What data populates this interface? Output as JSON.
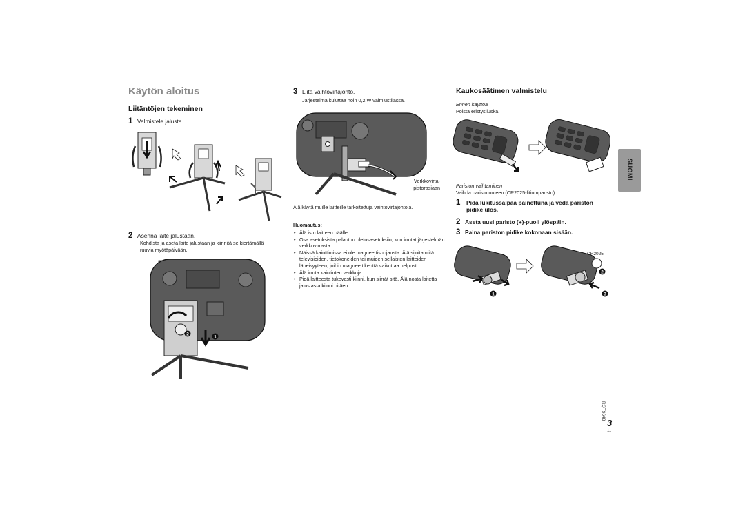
{
  "left": {
    "title": "Käytön aloitus",
    "section": "Liitäntöjen tekeminen",
    "step1": {
      "num": "1",
      "label": "Valmistele jalusta."
    },
    "step2": {
      "num": "2",
      "label": "Asenna laite jalustaan.",
      "text": "Kohdista ja aseta laite jalustaan ja kiinnitä se kiertämällä ruuvia myötäpäivään."
    },
    "markers": {
      "one": "1",
      "two": "2"
    }
  },
  "middle": {
    "step3": {
      "num": "3",
      "label": "Liitä vaihtovirtajohto.",
      "text": "Järjestelmä kuluttaa noin 0,2 W valmiustilassa."
    },
    "outlet_label_1": "Verkkovirta-",
    "outlet_label_2": "pistorasiaan",
    "warning": "Älä käytä muille laitteille tarkoitettuja vaihtovirtajohtoja.",
    "note_title": "Huomautus:",
    "notes": [
      "Älä istu laitteen päälle.",
      "Osa asetuksista palautuu oletusasetuksiin, kun irrotat järjestelmän verkkovirrasta.",
      "Näissä kaiuttimissa ei ole magneettisuojausta. Älä sijoita niitä televisioiden, tietokoneiden tai muiden sellaisten laitteiden läheisyyteen, joihin magneettikenttä vaikuttaa helposti.",
      "Älä irrota kaiutinten verkkoja.",
      "Pidä laitteesta tukevasti kiinni, kun siirrät sitä. Älä nosta laitetta jalustasta kiinni pitäen."
    ]
  },
  "right": {
    "section": "Kaukosäätimen valmistelu",
    "before_use_title": "Ennen käyttöä",
    "before_use_text": "Poista eristysliuska.",
    "battery_title": "Pariston vaihtaminen",
    "battery_text": "Vaihda paristo uuteen (CR2025-litiumparisto).",
    "steps": [
      {
        "num": "1",
        "text": "Pidä lukitussalpaa painettuna ja vedä pariston pidike ulos."
      },
      {
        "num": "2",
        "text": "Aseta uusi paristo (+)-puoli ylöspäin."
      },
      {
        "num": "3",
        "text": "Paina pariston pidike kokonaan sisään."
      }
    ],
    "battery_label": "CR2025",
    "markers": {
      "one": "1",
      "two": "2",
      "three": "3"
    }
  },
  "side_tab": "SUOMI",
  "footer": {
    "code": "RQT9648",
    "page": "3",
    "small": "11"
  },
  "colors": {
    "title": "#8a8a8a",
    "device": "#555555",
    "tab": "#9a9a9a"
  }
}
